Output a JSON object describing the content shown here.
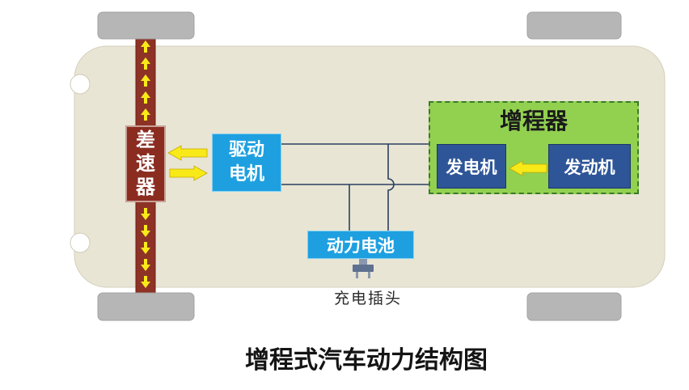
{
  "diagram": {
    "differential": "差速器",
    "drive_motor": "驱动电机",
    "range_extender": {
      "title": "增程器",
      "generator": "发电机",
      "engine": "发动机"
    },
    "battery": "动力电池",
    "charging_plug": "充电插头",
    "caption": "增程式汽车动力结构图"
  },
  "colors": {
    "wheel": "#b6b6b6",
    "car_body": "#e8e5d4",
    "axle": "#8e3226",
    "differential": "#8b2c21",
    "motor_battery_blue": "#1ea0e0",
    "generator_engine_blue": "#2e5597",
    "range_extender_green": "#92d050",
    "range_extender_border": "#3d7a2a",
    "flow_arrow": "#f8ea18",
    "wire": "#2c3e60"
  }
}
